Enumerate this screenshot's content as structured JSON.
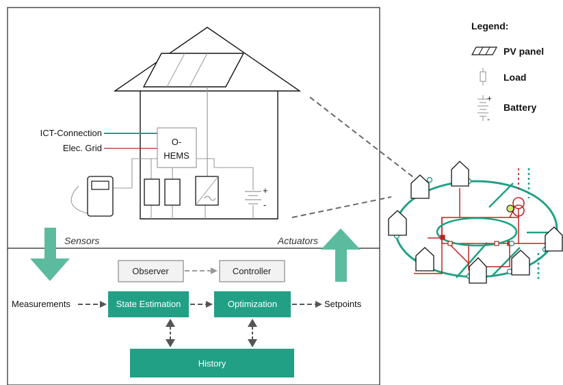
{
  "house": {
    "ohems_line1": "O-",
    "ohems_line2": "HEMS",
    "ict_label": "ICT-Connection",
    "grid_label": "Elec. Grid",
    "battery_plus": "+",
    "battery_minus": "-"
  },
  "arrows": {
    "sensors": "Sensors",
    "actuators": "Actuators"
  },
  "blocks": {
    "observer": "Observer",
    "controller": "Controller",
    "state_estimation": "State Estimation",
    "optimization": "Optimization",
    "history": "History",
    "measurements": "Measurements",
    "setpoints": "Setpoints"
  },
  "legend": {
    "title": "Legend:",
    "pv": "PV panel",
    "load": "Load",
    "battery": "Battery"
  },
  "colors": {
    "teal": "#21a085",
    "teal_light": "#5cbb9f",
    "red": "#c0221e",
    "gray": "#888888"
  }
}
